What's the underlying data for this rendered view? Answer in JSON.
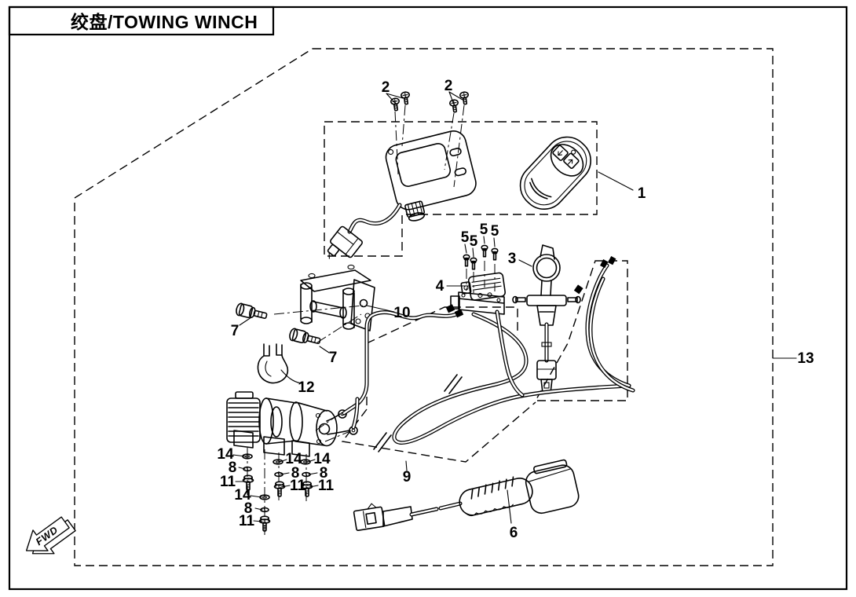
{
  "title": "绞盘/TOWING WINCH",
  "fwd": "FWD",
  "colors": {
    "ink": "#000000",
    "paper": "#ffffff"
  },
  "callouts": {
    "c1": "1",
    "c2a": "2",
    "c2b": "2",
    "c3": "3",
    "c4": "4",
    "c5a": "5",
    "c5b": "5",
    "c5c": "5",
    "c5d": "5",
    "c6": "6",
    "c7a": "7",
    "c7b": "7",
    "c8a": "8",
    "c8b": "8",
    "c8c": "8",
    "c8d": "8",
    "c9": "9",
    "c10": "10",
    "c11a": "11",
    "c11b": "11",
    "c11c": "11",
    "c11d": "11",
    "c12": "12",
    "c13": "13",
    "c14a": "14",
    "c14b": "14",
    "c14c": "14",
    "c14d": "14"
  }
}
